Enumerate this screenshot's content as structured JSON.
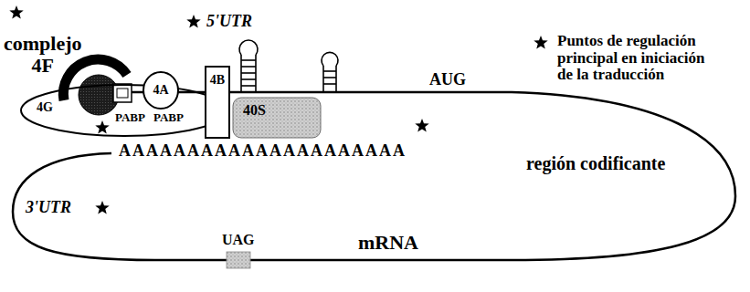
{
  "diagram": {
    "nodes": [
      {
        "text": [
          "4G"
        ]
      },
      {
        "text": [
          "4A"
        ]
      },
      {
        "text": [
          "4B"
        ]
      },
      {
        "text": [
          "40S"
        ]
      }
    ],
    "labels": [
      "complejo 4F",
      "5'UTR",
      "AUG",
      "PABP",
      "PABP",
      "AAAAAAAAAAAAAAAAAAAAA",
      "3'UTR",
      "UAG",
      "región codificante",
      "mRNA"
    ],
    "legend": [
      {
        "text": "Puntos de regulación principal en iniciación de la traducción"
      }
    ]
  }
}
